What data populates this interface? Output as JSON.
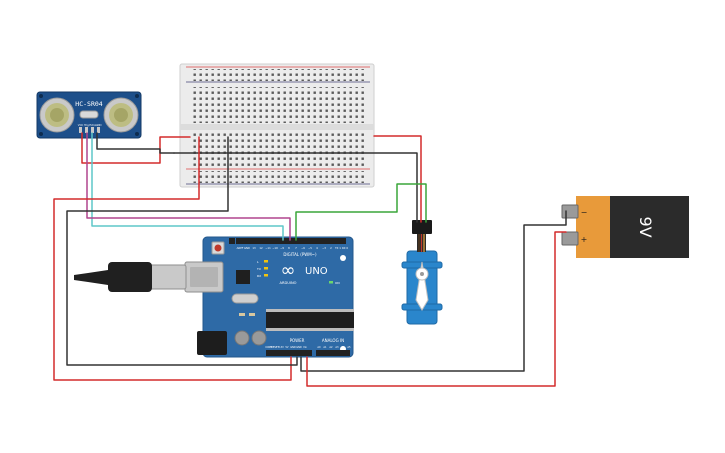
{
  "sensor": {
    "label": "HC-SR04",
    "pin_labels": [
      "VCC",
      "Trig",
      "Echo",
      "GND"
    ]
  },
  "arduino": {
    "logo": "∞",
    "model": "UNO",
    "brand": "ARDUINO",
    "digital_label": "DIGITAL (PWM~)",
    "power_label": "POWER",
    "analog_label": "ANALOG IN",
    "pins_top": [
      "AREF",
      "GND",
      "13",
      "12",
      "~11",
      "~10",
      "~9",
      "8",
      "7",
      "~6",
      "~5",
      "4",
      "~3",
      "2",
      "TX 1",
      "RX 0"
    ],
    "pins_power": [
      "IOREF",
      "RESET",
      "3.3V",
      "5V",
      "GND",
      "GND",
      "Vin"
    ],
    "pins_analog": [
      "A0",
      "A1",
      "A2",
      "A3",
      "A4",
      "A5"
    ],
    "led_labels": [
      "L",
      "TX",
      "RX",
      "ON"
    ]
  },
  "battery": {
    "label": "9V",
    "minus": "−",
    "plus": "+"
  },
  "colors": {
    "red_wire": "#d32b2b",
    "black_wire": "#333333",
    "green_wire": "#3aa63a",
    "purple_wire": "#b0458d",
    "cyan_wire": "#5fc7c9",
    "board_blue": "#2e6aa6",
    "servo_blue": "#2a86cc",
    "battery_orange": "#e89a3a",
    "battery_dark": "#2b2b2b"
  }
}
